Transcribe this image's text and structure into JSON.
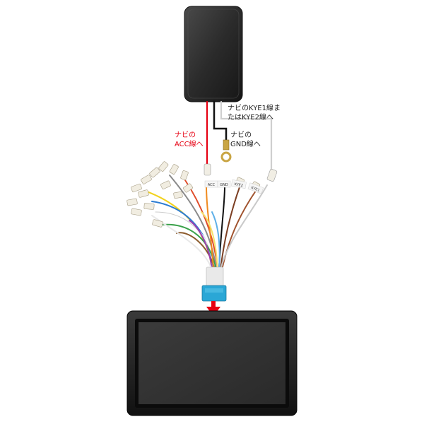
{
  "labels": {
    "acc_line1": "ナビの",
    "acc_line2": "ACC線へ",
    "gnd_line1": "ナビの",
    "gnd_line2": "GND線へ",
    "kye_line1": "ナビのKYE1線ま",
    "kye_line2": "たはKYE2線へ"
  },
  "tags": {
    "acc": "ACC",
    "gnd": "GND",
    "kye2": "KYE2",
    "kye1": "KYE1"
  },
  "colors": {
    "acc_wire": "#e60012",
    "gnd_wire": "#111111",
    "kye_wire": "#cfcfcf",
    "arrow": "#e60012",
    "connector": "#2aa7d6"
  }
}
